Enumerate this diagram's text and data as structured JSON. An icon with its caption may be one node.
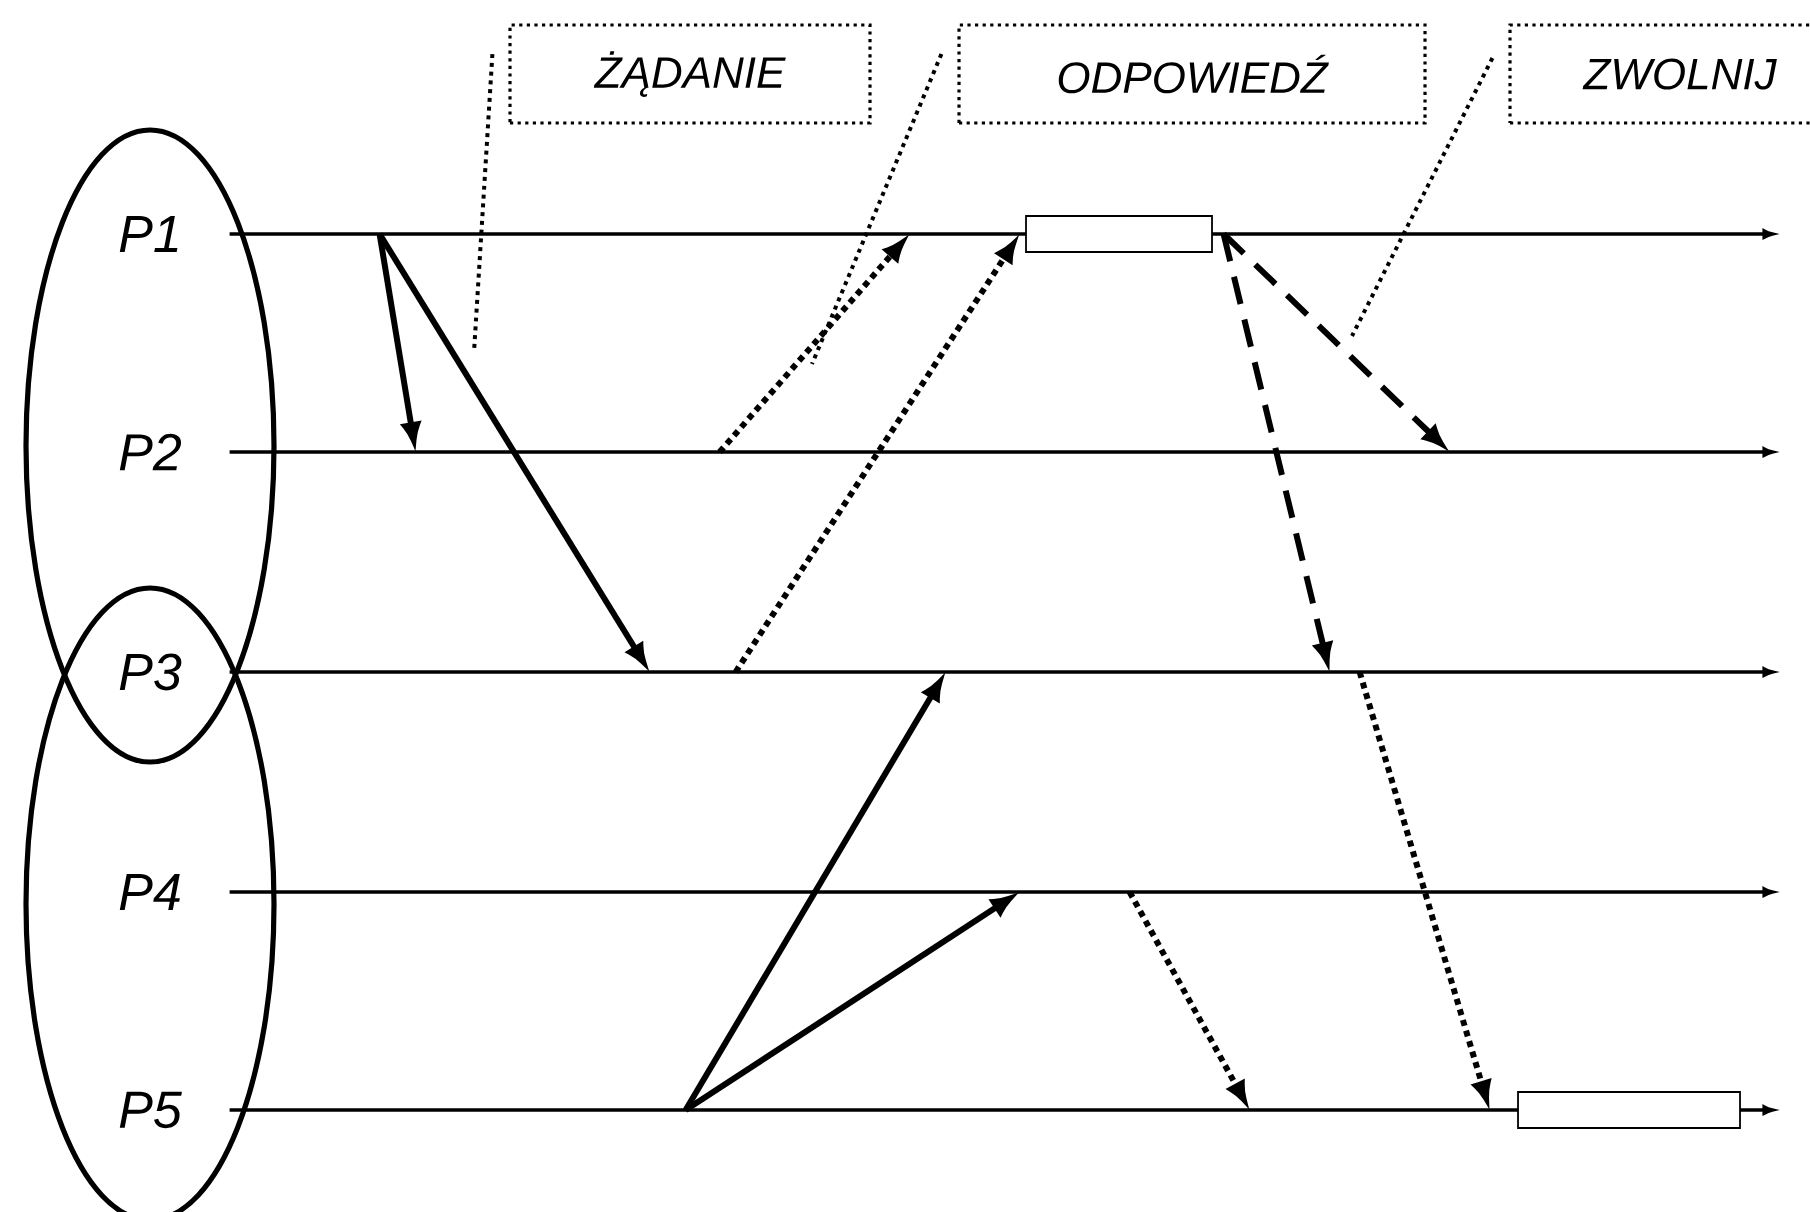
{
  "diagram": {
    "nodes": [
      {
        "text": [
          "ŻĄDANIE"
        ]
      },
      {
        "text": [
          "ODPOWIEDŹ"
        ]
      },
      {
        "text": [
          "ZWOLNIJ"
        ]
      },
      {
        "text": [],
        "shape": "ellipse"
      },
      {
        "text": [],
        "shape": "ellipse"
      },
      {
        "text": [],
        "shape": "line"
      },
      {
        "text": [],
        "shape": "line"
      },
      {
        "text": [],
        "shape": "line"
      },
      {
        "text": [],
        "shape": "line"
      },
      {
        "text": [],
        "shape": "line"
      },
      {
        "text": [],
        "shape": "box"
      },
      {
        "text": [],
        "shape": "box"
      }
    ],
    "edges": [
      {
        "from": 5,
        "to": 6,
        "arrow": "to"
      },
      {
        "from": 5,
        "to": 7,
        "arrow": "to"
      },
      {
        "from": 6,
        "to": 5,
        "arrow": "to",
        "style": "dashed"
      },
      {
        "from": 7,
        "to": 5,
        "arrow": "to",
        "style": "dashed"
      },
      {
        "from": 5,
        "to": 6,
        "arrow": "to",
        "style": "dashed"
      },
      {
        "from": 5,
        "to": 7,
        "arrow": "to",
        "style": "dashed"
      },
      {
        "from": 9,
        "to": 7,
        "arrow": "to"
      },
      {
        "from": 9,
        "to": 8,
        "arrow": "to"
      },
      {
        "from": 8,
        "to": 9,
        "arrow": "to",
        "style": "dashed"
      },
      {
        "from": 7,
        "to": 9,
        "arrow": "to",
        "style": "dashed"
      },
      {
        "from": 0,
        "to": null,
        "arrow": "none",
        "style": "dashed"
      },
      {
        "from": 1,
        "to": null,
        "arrow": "none",
        "style": "dashed"
      },
      {
        "from": 2,
        "to": null,
        "arrow": "none",
        "style": "dashed"
      }
    ],
    "labels": [
      "P1",
      "P2",
      "P3",
      "P4",
      "P5"
    ]
  }
}
